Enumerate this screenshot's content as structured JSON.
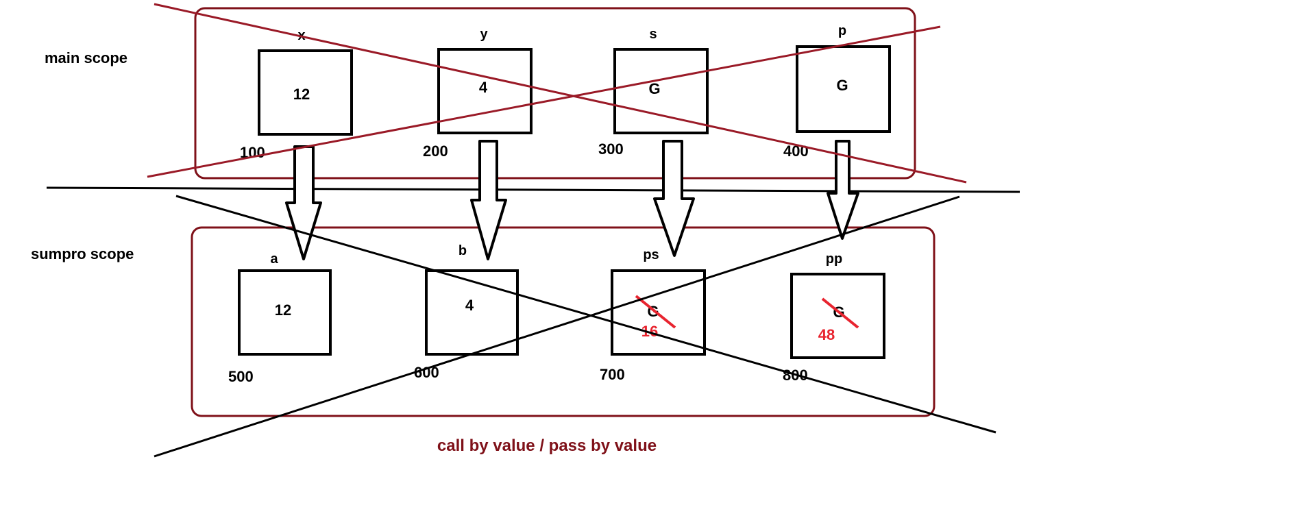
{
  "scopes": {
    "main": {
      "label": "main scope"
    },
    "sumpro": {
      "label": "sumpro scope"
    }
  },
  "main_vars": [
    {
      "name": "x",
      "value": "12",
      "address": "100"
    },
    {
      "name": "y",
      "value": "4",
      "address": "200"
    },
    {
      "name": "s",
      "value": "G",
      "address": "300"
    },
    {
      "name": "p",
      "value": "G",
      "address": "400"
    }
  ],
  "sumpro_vars": [
    {
      "name": "a",
      "value": "12",
      "address": "500",
      "new_value": ""
    },
    {
      "name": "b",
      "value": "4",
      "address": "600",
      "new_value": ""
    },
    {
      "name": "ps",
      "value": "G",
      "address": "700",
      "new_value": "16"
    },
    {
      "name": "pp",
      "value": "G",
      "address": "800",
      "new_value": "48"
    }
  ],
  "caption": "call by value / pass by value",
  "colors": {
    "scope_border": "#7f1119",
    "box_border": "#000000",
    "caption": "#7f1119",
    "new_value": "#e8242f",
    "cross_main": "#9a1a27",
    "cross_sumpro": "#000000"
  }
}
